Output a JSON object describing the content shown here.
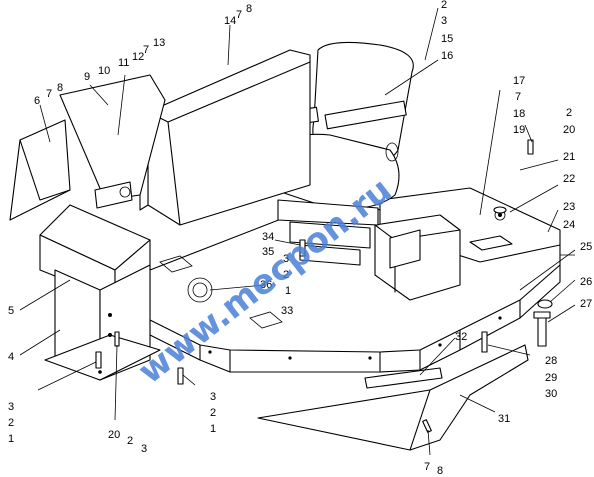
{
  "watermark": "www.mecpon.ru",
  "callouts": {
    "c6": "6",
    "c7a": "7",
    "c8a": "8",
    "c9": "9",
    "c10": "10",
    "c11": "11",
    "c12": "12",
    "c7b": "7",
    "c13": "13",
    "c14": "14",
    "c7c": "7",
    "c8b": "8",
    "c2a": "2",
    "c3a": "3",
    "c15": "15",
    "c16": "16",
    "c17": "17",
    "c7d": "7",
    "c18": "18",
    "c19": "19",
    "c2b": "2",
    "c20a": "20",
    "c21": "21",
    "c22": "22",
    "c23": "23",
    "c24": "24",
    "c25": "25",
    "c26": "26",
    "c27": "27",
    "c34": "34",
    "c35": "35",
    "c3b": "3",
    "c2c": "2",
    "c1a": "1",
    "c36": "36",
    "c33": "33",
    "c5": "5",
    "c4": "4",
    "c3c": "3",
    "c2d": "2",
    "c1b": "1",
    "c20b": "20",
    "c2e": "2",
    "c3d": "3",
    "c3e": "3",
    "c2f": "2",
    "c1c": "1",
    "c32": "32",
    "c28": "28",
    "c29": "29",
    "c30": "30",
    "c31": "31",
    "c7e": "7",
    "c8c": "8"
  }
}
